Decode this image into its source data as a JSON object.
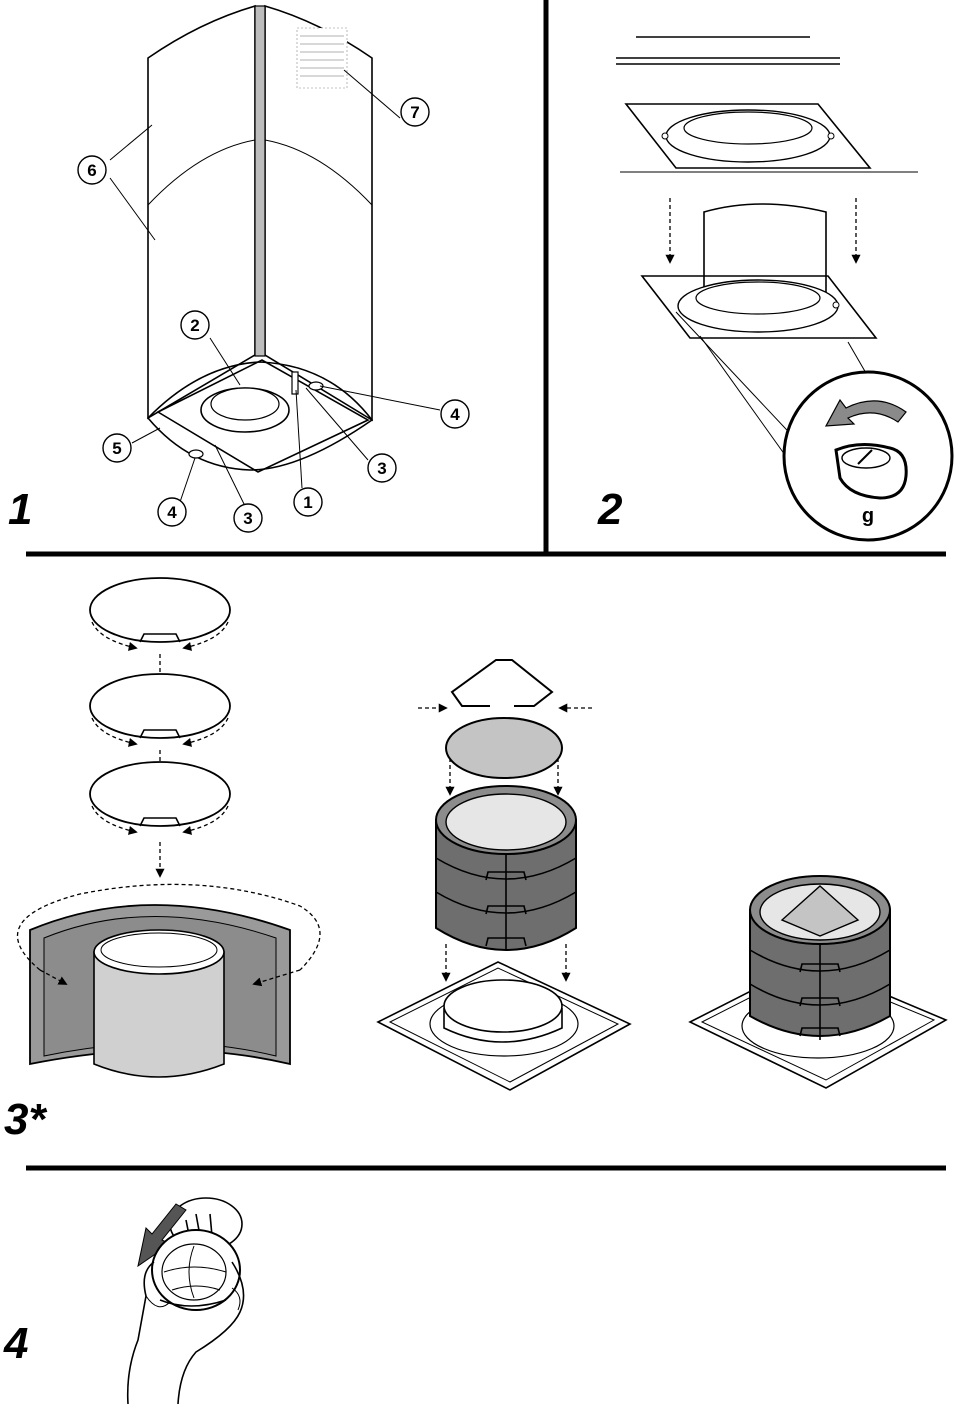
{
  "panels": [
    {
      "id": "panel-1",
      "label": "1"
    },
    {
      "id": "panel-2",
      "label": "2"
    },
    {
      "id": "panel-3",
      "label": "3*"
    },
    {
      "id": "panel-4",
      "label": "4"
    }
  ],
  "callouts": {
    "c1": "1",
    "c2": "2",
    "c3a": "3",
    "c3b": "3",
    "c4a": "4",
    "c4b": "4",
    "c5": "5",
    "c6": "6",
    "c7": "7"
  },
  "detail_letter": "g",
  "colors": {
    "line": "#000000",
    "filter_gray": "#8c8c8c",
    "filter_dark": "#6e6e6e",
    "light_gray": "#d0d0d0",
    "pad_gray": "#c4c4c4"
  }
}
